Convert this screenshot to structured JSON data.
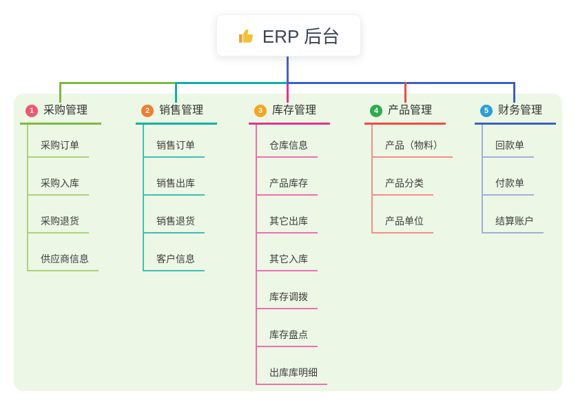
{
  "root": {
    "label": "ERP 后台",
    "icon": "thumbs-up",
    "line_color": "#4a5ec8"
  },
  "panel": {
    "background": "#ecf7e5"
  },
  "branches": [
    {
      "number": "1",
      "label": "采购管理",
      "badge_color": "#f1566f",
      "accent_color": "#7cb93e",
      "child_line_color": "#a9d377",
      "children": [
        "采购订单",
        "采购入库",
        "采购退货",
        "供应商信息"
      ]
    },
    {
      "number": "2",
      "label": "销售管理",
      "badge_color": "#f57b2b",
      "accent_color": "#10b0a2",
      "child_line_color": "#3dbfb2",
      "children": [
        "销售订单",
        "销售出库",
        "销售退货",
        "客户信息"
      ]
    },
    {
      "number": "3",
      "label": "库存管理",
      "badge_color": "#f6a51c",
      "accent_color": "#e52f92",
      "child_line_color": "#ef6fb2",
      "children": [
        "仓库信息",
        "产品库存",
        "其它出库",
        "其它入库",
        "库存调拨",
        "库存盘点",
        "出库库明细"
      ]
    },
    {
      "number": "4",
      "label": "产品管理",
      "badge_color": "#2bad4e",
      "accent_color": "#f4473d",
      "child_line_color": "#f58e85",
      "children": [
        "产品（物料）",
        "产品分类",
        "产品单位"
      ]
    },
    {
      "number": "5",
      "label": "财务管理",
      "badge_color": "#299fdb",
      "accent_color": "#3a5ec7",
      "child_line_color": "#a0aedd",
      "children": [
        "回款单",
        "付款单",
        "结算账户"
      ]
    }
  ]
}
